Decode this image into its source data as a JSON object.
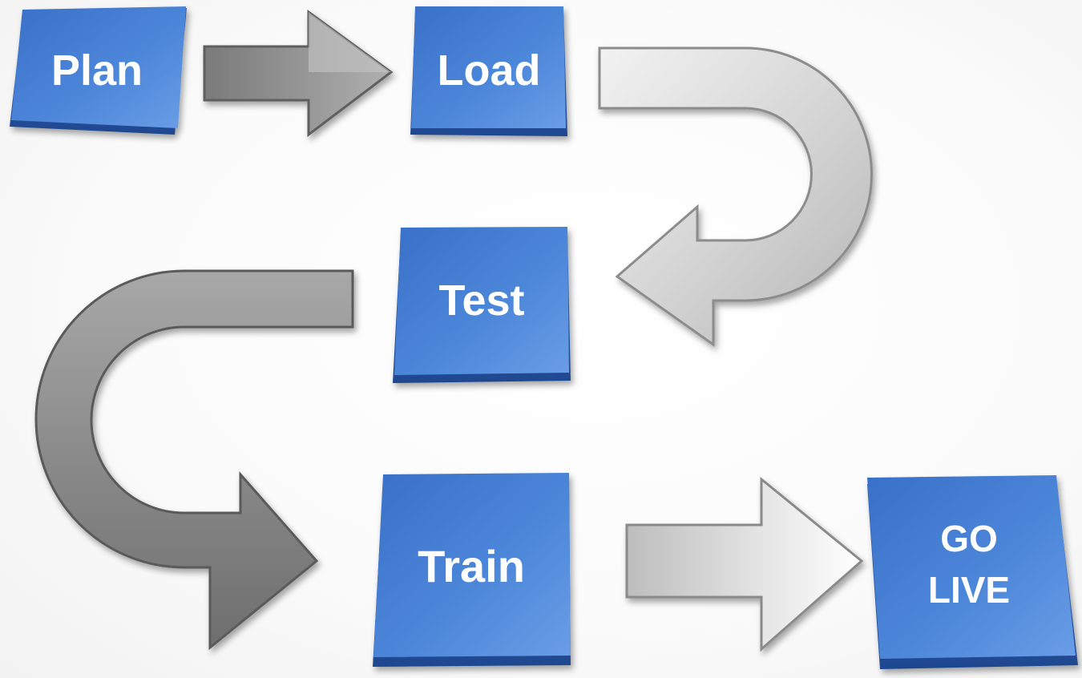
{
  "steps": {
    "plan": "Plan",
    "load": "Load",
    "test": "Test",
    "train": "Train",
    "golive_line1": "GO",
    "golive_line2": "LIVE"
  },
  "colors": {
    "box_blue": "#3f77cf",
    "box_blue_light": "#5f93e0",
    "box_blue_dark": "#2a56a5",
    "arrow_dark_gray": "#8c8c8c",
    "arrow_light_gray": "#d9d9d9"
  }
}
